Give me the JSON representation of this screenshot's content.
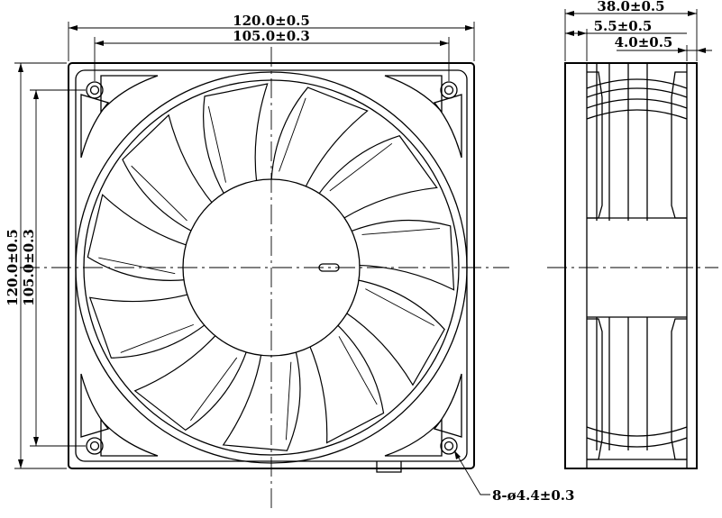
{
  "front_view": {
    "dims": {
      "overall_width": "120.0±0.5",
      "hole_spacing_width": "105.0±0.3",
      "overall_height": "120.0±0.5",
      "hole_spacing_height": "105.0±0.3",
      "mount_holes": "8-ø4.4±0.3"
    },
    "blade_count": 11,
    "mount_hole_count": 4
  },
  "side_view": {
    "dims": {
      "depth": "38.0±0.5",
      "flange": "5.5±0.5",
      "rib": "4.0±0.5"
    }
  }
}
